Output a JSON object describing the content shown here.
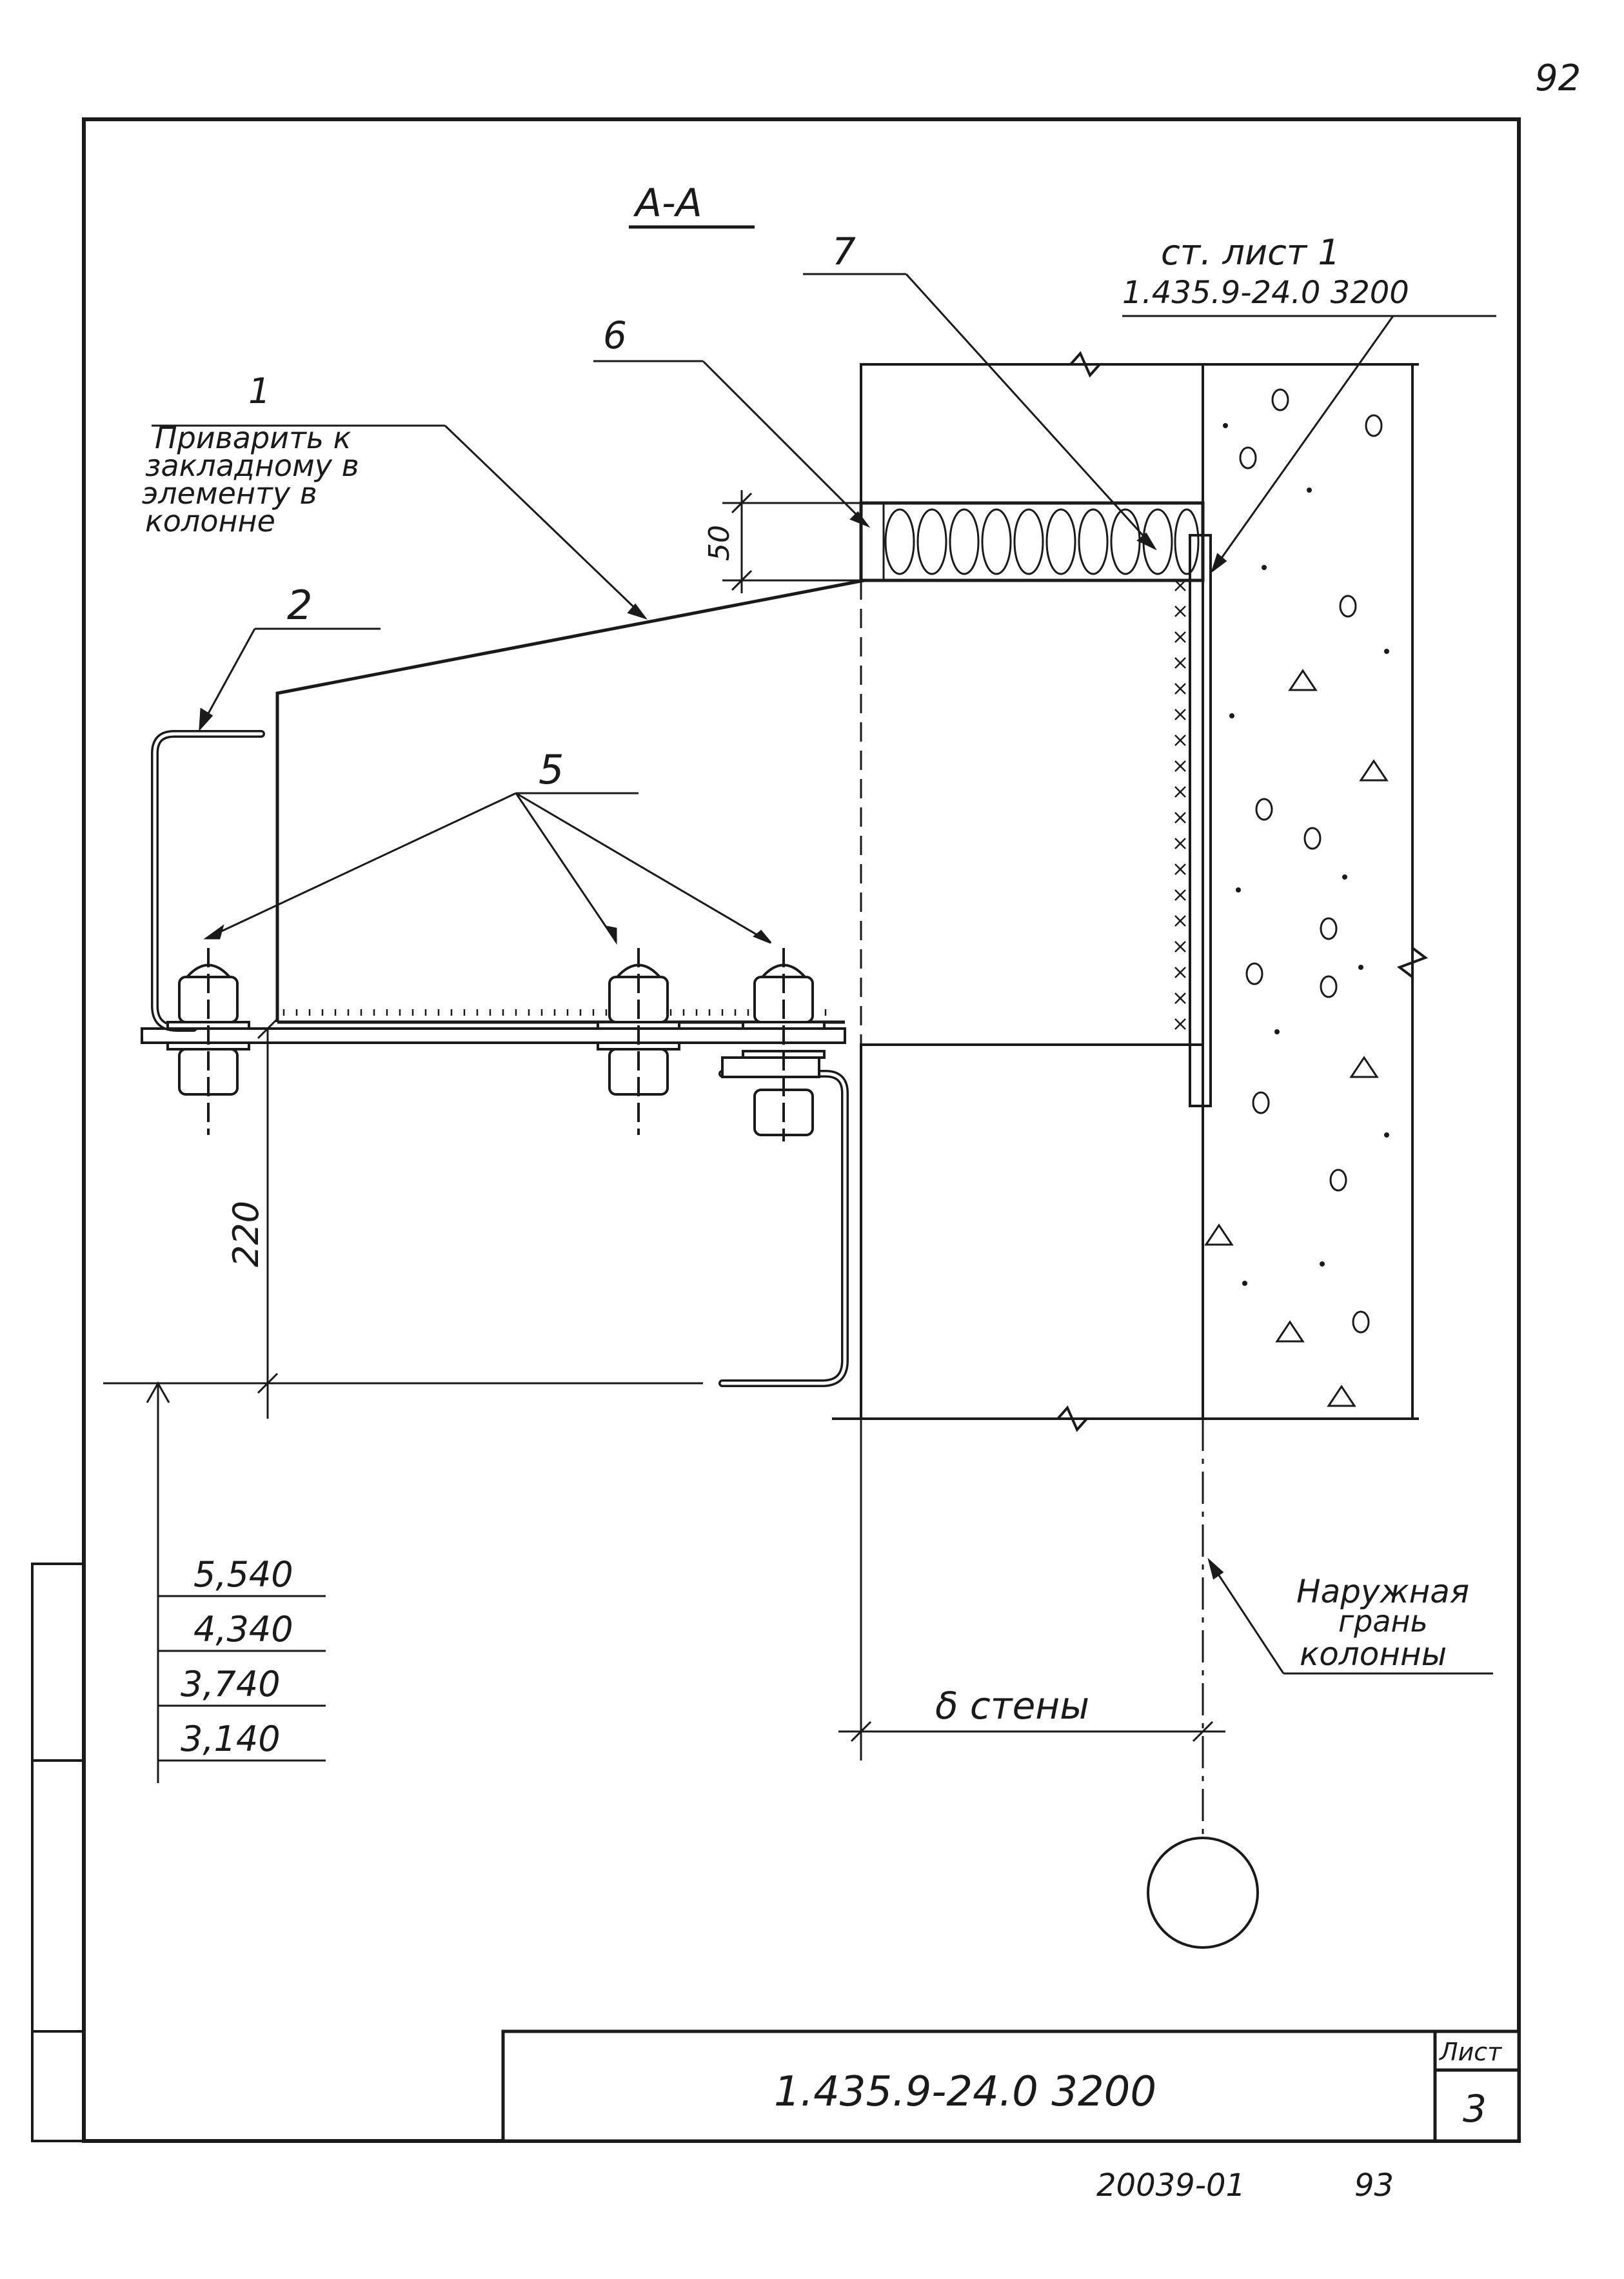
{
  "sheet": {
    "page_number": "92",
    "section_title": "А-А",
    "doc_code": "1.435.9-24.0 3200",
    "sheet_label": "Лист",
    "sheet_number": "3",
    "archive_number": "20039-01",
    "bottom_page": "93"
  },
  "callouts": {
    "ref_text_1": "ст. лист 1",
    "ref_text_2": "1.435.9-24.0 3200",
    "pos_1": "1",
    "weld_note": [
      "Приварить к",
      "закладному в",
      "элементу в",
      "колонне"
    ],
    "pos_2": "2",
    "pos_5": "5",
    "pos_6": "6",
    "pos_7": "7"
  },
  "dimensions": {
    "dim_50": "50",
    "dim_220": "220",
    "wall_width": "δ стены"
  },
  "elevations": [
    "5,540",
    "4,340",
    "3,740",
    "3,140"
  ],
  "column_note": [
    "Наружная",
    "грань",
    "колонны"
  ]
}
